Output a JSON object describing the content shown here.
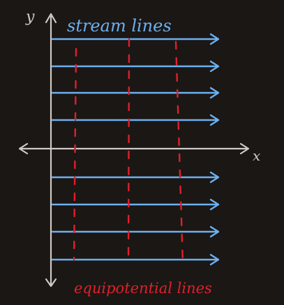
{
  "diagram": {
    "axis_y_label": "y",
    "axis_x_label": "x",
    "stream_label": "stream lines",
    "equipotential_label": "equipotential lines",
    "colors": {
      "background": "#1b1715",
      "axes": "#cfcac6",
      "stream": "#6cb0f0",
      "equipotential": "#e0202a"
    },
    "stream_line_count": 8,
    "equipotential_line_count": 3
  }
}
